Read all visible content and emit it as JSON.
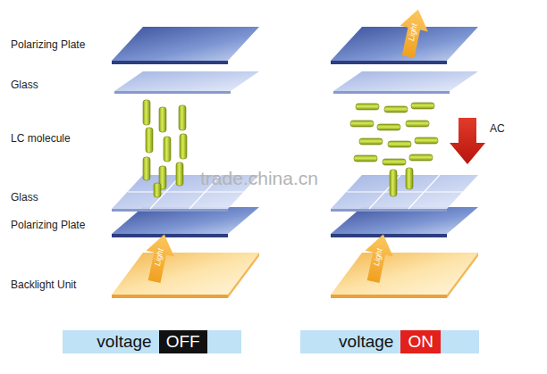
{
  "diagram": {
    "nodes": [
      {
        "text": [
          "voltage",
          "OFF"
        ]
      },
      {
        "text": [
          "voltage",
          "ON"
        ]
      }
    ],
    "labels": [
      "Polarizing Plate",
      "Glass",
      "LC molecule",
      "Glass",
      "Polarizing Plate",
      "Backlight Unit",
      "Light",
      "Light",
      "Light",
      "AC",
      "trade.china.cn"
    ]
  }
}
